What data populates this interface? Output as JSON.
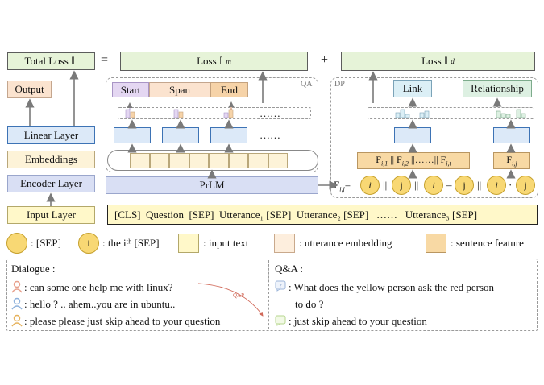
{
  "left_stack": {
    "total_loss": "Total Loss 𝕃",
    "output": "Output",
    "linear_layer": "Linear Layer",
    "embeddings": "Embeddings",
    "encoder_layer": "Encoder Layer",
    "input_layer": "Input Layer"
  },
  "equals": "=",
  "plus": "+",
  "loss_m": {
    "label": "Loss 𝕃",
    "sub": "m"
  },
  "loss_d": {
    "label": "Loss 𝕃",
    "sub": "d"
  },
  "qa_panel": {
    "tag": "QA",
    "start": "Start",
    "span": "Span",
    "end": "End",
    "dots": "……",
    "prlm": "PrLM"
  },
  "dp_panel": {
    "tag": "DP",
    "link": "Link",
    "relationship": "Relationship",
    "feature_concat": "F_{i,1} || F_{i,2} ||……|| F_{i,t}",
    "feature_single": "F_{i,j}",
    "formula_lhs": "F_{i,j}=",
    "c1": "i",
    "c2": "j",
    "c3": "i",
    "c4": "j",
    "c5": "i",
    "c6": "j",
    "op1": "||",
    "op2": "||",
    "op3": "–",
    "op4": "||",
    "op5": "·"
  },
  "input_sequence": "[CLS]  Question  [SEP]  Utterance₁ [SEP]  Utterance₂ [SEP]   ……   Utterance₃ [SEP]",
  "legend": {
    "sep_label": ": [SEP]",
    "ith_circle": "i",
    "ith_label": ": the iᵗʰ [SEP]",
    "input_text": ": input text",
    "utterance_embedding": ": utterance embedding",
    "sentence_feature": ": sentence feature"
  },
  "dialogue": {
    "title": "Dialogue :",
    "lines": [
      ": can some one help me with linux?",
      ": hello ? .. ahem..you are in ubuntu..",
      ": please please just skip ahead to your question"
    ],
    "qap": "QAP",
    "colors": {
      "person1": "#e8a08c",
      "person2": "#8fb2dc",
      "person3": "#e6b25c"
    }
  },
  "qa": {
    "title": "Q&A :",
    "question": ": What does the yellow person ask the red person",
    "question_cont": "to do ?",
    "answer": ": just skip ahead to your question"
  }
}
